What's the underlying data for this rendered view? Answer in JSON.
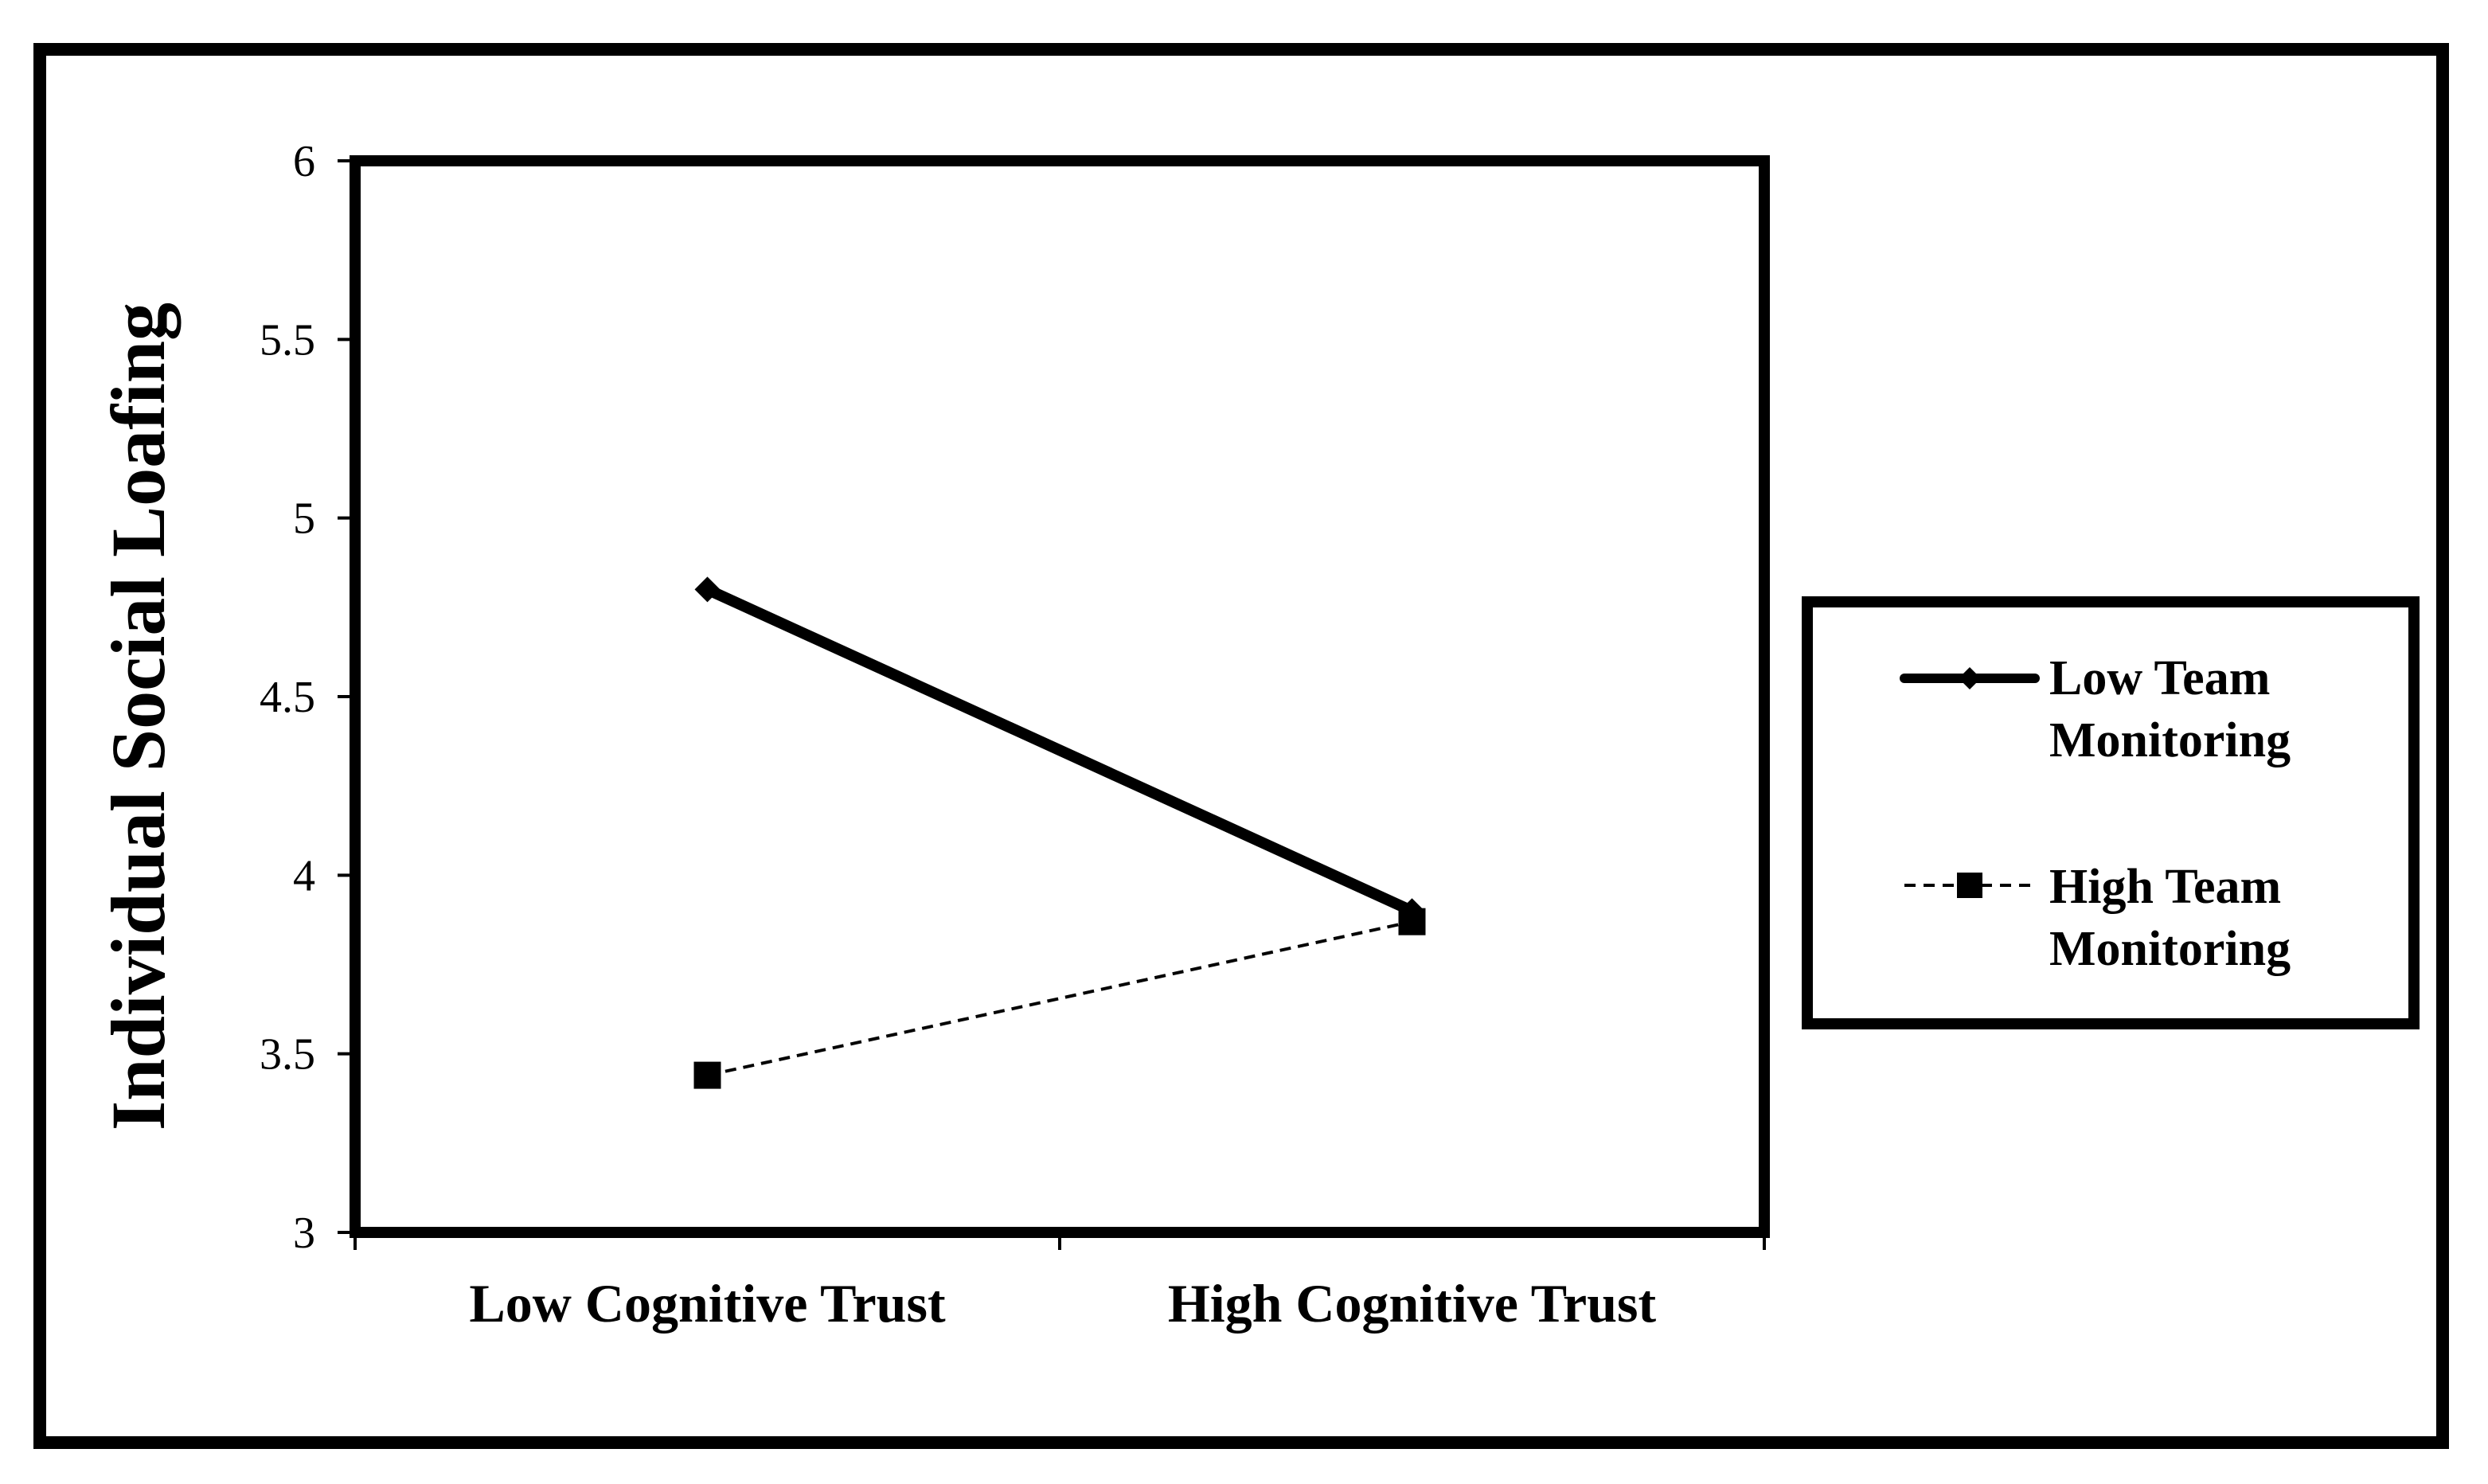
{
  "chart_data": {
    "type": "line",
    "categories": [
      "Low Cognitive Trust",
      "High Cognitive Trust"
    ],
    "series": [
      {
        "name": "Low Team Monitoring",
        "name_lines": [
          "Low Team",
          "Monitoring"
        ],
        "values": [
          4.8,
          3.9
        ],
        "marker": "diamond",
        "line_style": "solid",
        "color": "#000000"
      },
      {
        "name": "High Team Monitoring",
        "name_lines": [
          "High Team",
          "Monitoring"
        ],
        "values": [
          3.44,
          3.87
        ],
        "marker": "square",
        "line_style": "dashed",
        "color": "#000000"
      }
    ],
    "title": "",
    "xlabel": "",
    "ylabel": "Individual Social Loafing",
    "ylim": [
      3,
      6
    ],
    "yticks": [
      "3",
      "3.5",
      "4",
      "4.5",
      "5",
      "5.5",
      "6"
    ],
    "grid": false,
    "legend_position": "right"
  }
}
